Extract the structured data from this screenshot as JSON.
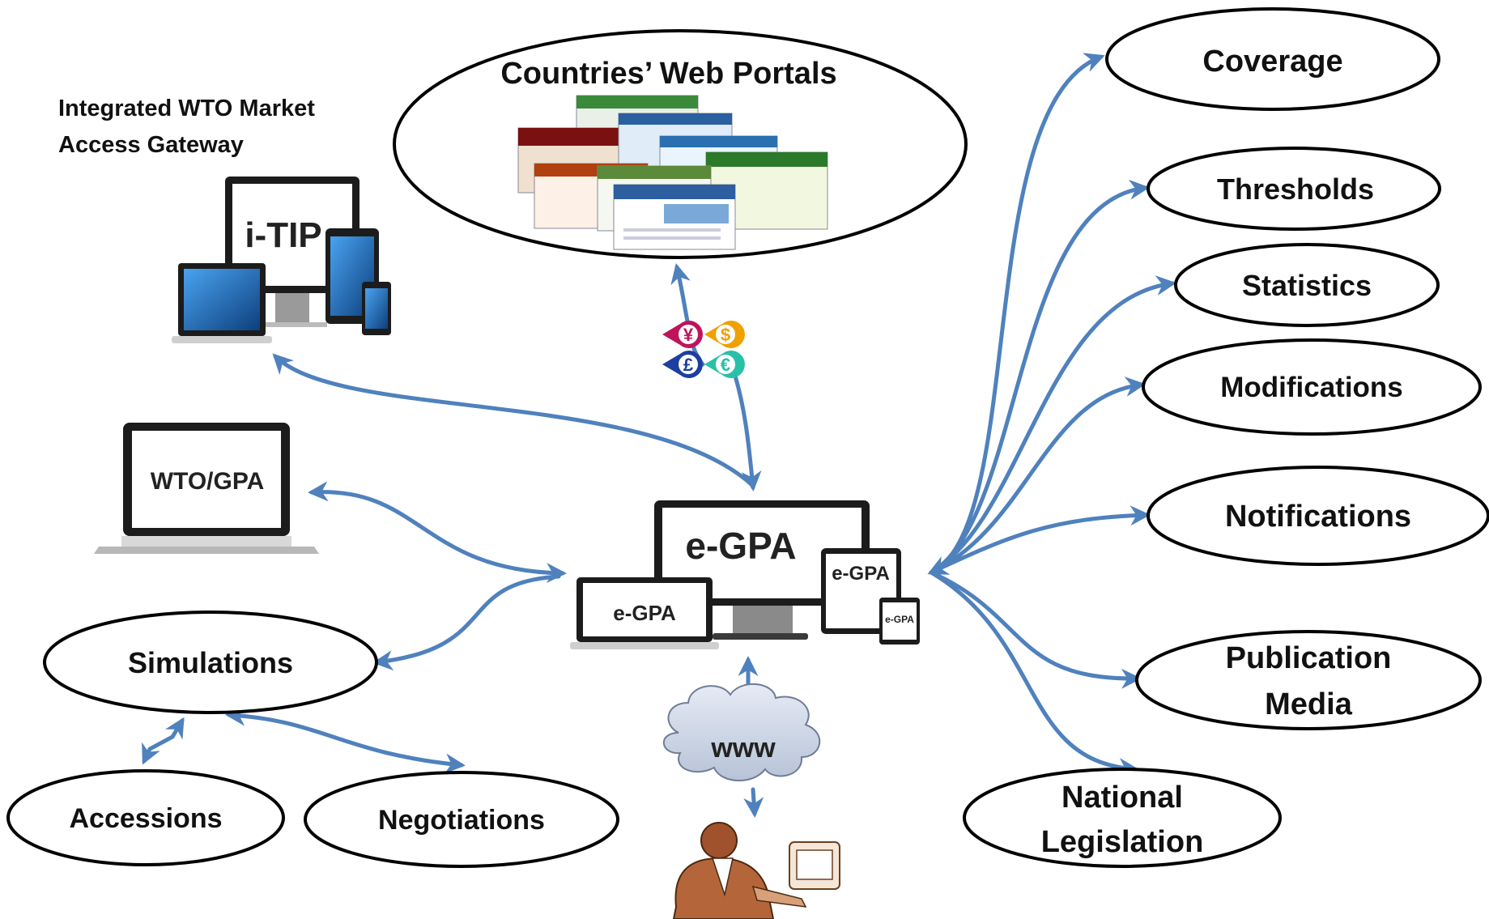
{
  "header": {
    "gateway_line1": "Integrated WTO Market",
    "gateway_line2": "Access Gateway",
    "portals_title": "Countries’ Web Portals"
  },
  "devices": {
    "itip_screen": "i-TIP",
    "wto_gpa_screen": "WTO/GPA",
    "egpa_monitor": "e-GPA",
    "egpa_laptop": "e-GPA",
    "egpa_tablet": "e-GPA",
    "egpa_phone": "e-GPA",
    "cloud_label": "www"
  },
  "left_nodes": {
    "simulations": "Simulations",
    "accessions": "Accessions",
    "negotiations": "Negotiations"
  },
  "right_nodes": {
    "coverage": "Coverage",
    "thresholds": "Thresholds",
    "statistics": "Statistics",
    "modifications": "Modifications",
    "notifications": "Notifications",
    "publication_line1": "Publication",
    "publication_line2": "Media",
    "national_line1": "National",
    "national_line2": "Legislation"
  },
  "currency_icons": [
    "¥",
    "$",
    "£",
    "€"
  ],
  "colors": {
    "arrow": "#4f81bd",
    "outline": "#000000",
    "device_screen": "#1f5fa8",
    "cloud": "#c5cfdf",
    "yen": "#c0145a",
    "dollar": "#f0a000",
    "pound": "#1d3fa0",
    "euro": "#28c0a8"
  }
}
